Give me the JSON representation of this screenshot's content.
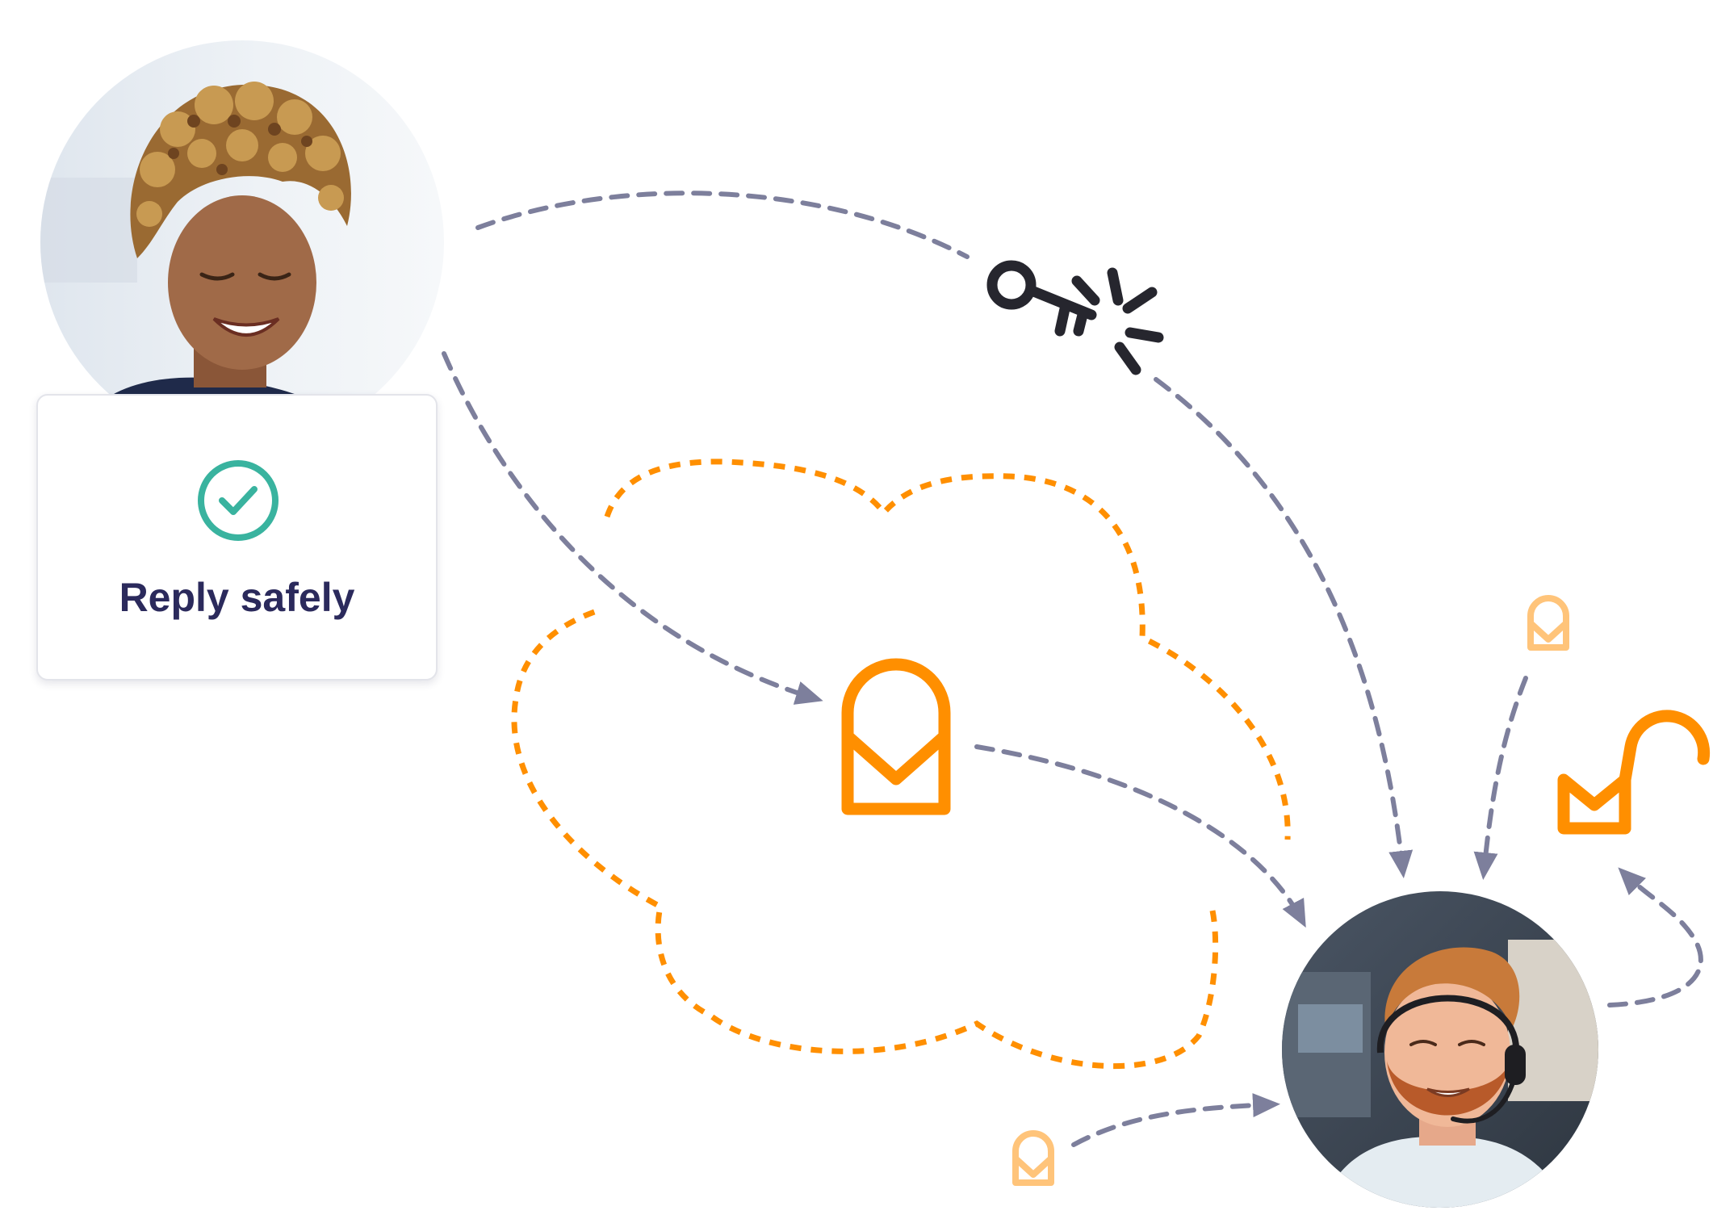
{
  "card": {
    "label": "Reply safely"
  },
  "icons": {
    "sender_avatar": "woman-smiling-avatar",
    "recipient_avatar": "man-with-headset-avatar",
    "check": "check-circle-icon",
    "key": "key-icon",
    "lock_main": "envelope-lock-icon",
    "lock_small": "envelope-lock-icon",
    "unlocked": "unlocked-envelope-icon",
    "cloud": "cloud-outline"
  },
  "colors": {
    "arrow": "#7d7f9c",
    "orange": "#ff8f00",
    "orange_light": "#ffc47a",
    "teal": "#39b39f",
    "navy": "#2b2a5c",
    "key": "#26262e"
  }
}
